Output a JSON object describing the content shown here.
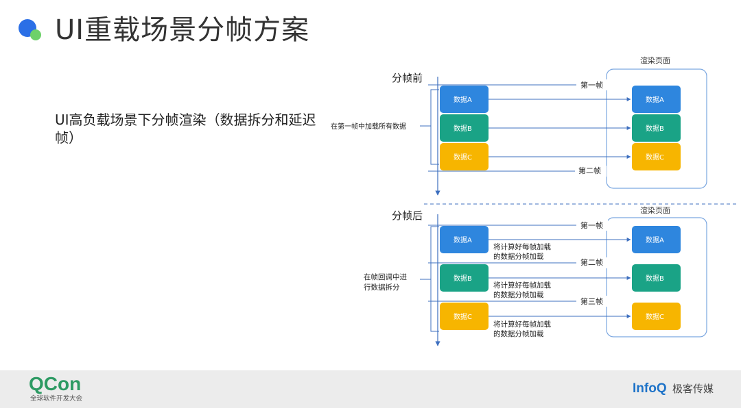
{
  "header": {
    "title": "UI重载场景分帧方案",
    "subtitle": "UI高负载场景下分帧渲染（数据拆分和延迟帧）"
  },
  "colors": {
    "accent_blue": "#2b6fe6",
    "accent_green": "#6ed16a",
    "box_a": "#2e86de",
    "box_b": "#1aa386",
    "box_c": "#f7b500",
    "line": "#3d6fbf"
  },
  "diagram": {
    "before": {
      "heading": "分帧前",
      "render_page_label": "渲染页面",
      "note": "在第一帧中加载所有数据",
      "frame_labels": [
        "第一帧",
        "第二帧"
      ],
      "boxes": [
        "数据A",
        "数据B",
        "数据C"
      ],
      "page_boxes": [
        "数据A",
        "数据B",
        "数据C"
      ]
    },
    "after": {
      "heading": "分帧后",
      "render_page_label": "渲染页面",
      "note_line1": "在帧回调中进",
      "note_line2": "行数据拆分",
      "frame_labels": [
        "第一帧",
        "第二帧",
        "第三帧"
      ],
      "boxes": [
        "数据A",
        "数据B",
        "数据C"
      ],
      "page_boxes": [
        "数据A",
        "数据B",
        "数据C"
      ],
      "arrow_note_line1": "将计算好每帧加载",
      "arrow_note_line2": "的数据分帧加载"
    }
  },
  "footer": {
    "qcon_logo": "QCon",
    "qcon_tagline": "全球软件开发大会",
    "infoq_logo": "InfoQ",
    "jike_label": "极客传媒"
  }
}
